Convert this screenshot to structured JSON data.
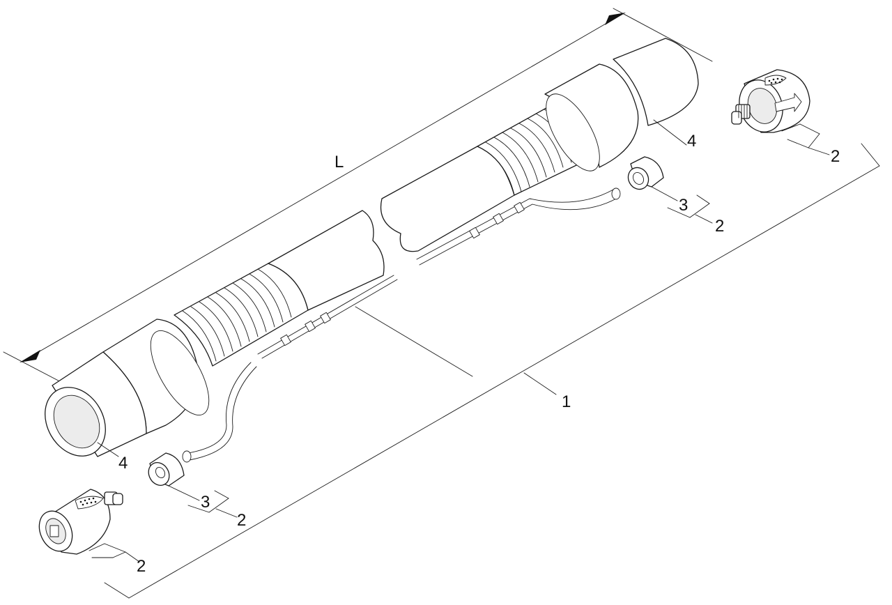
{
  "diagram": {
    "labels": {
      "length": "L",
      "hose_assembly": "1",
      "connector_top": "2",
      "seal_set_right": "2",
      "seal_set_left": "2",
      "connector_bottom": "2",
      "nut_right": "3",
      "nut_left": "3",
      "cuff_right": "4",
      "cuff_left": "4"
    }
  }
}
